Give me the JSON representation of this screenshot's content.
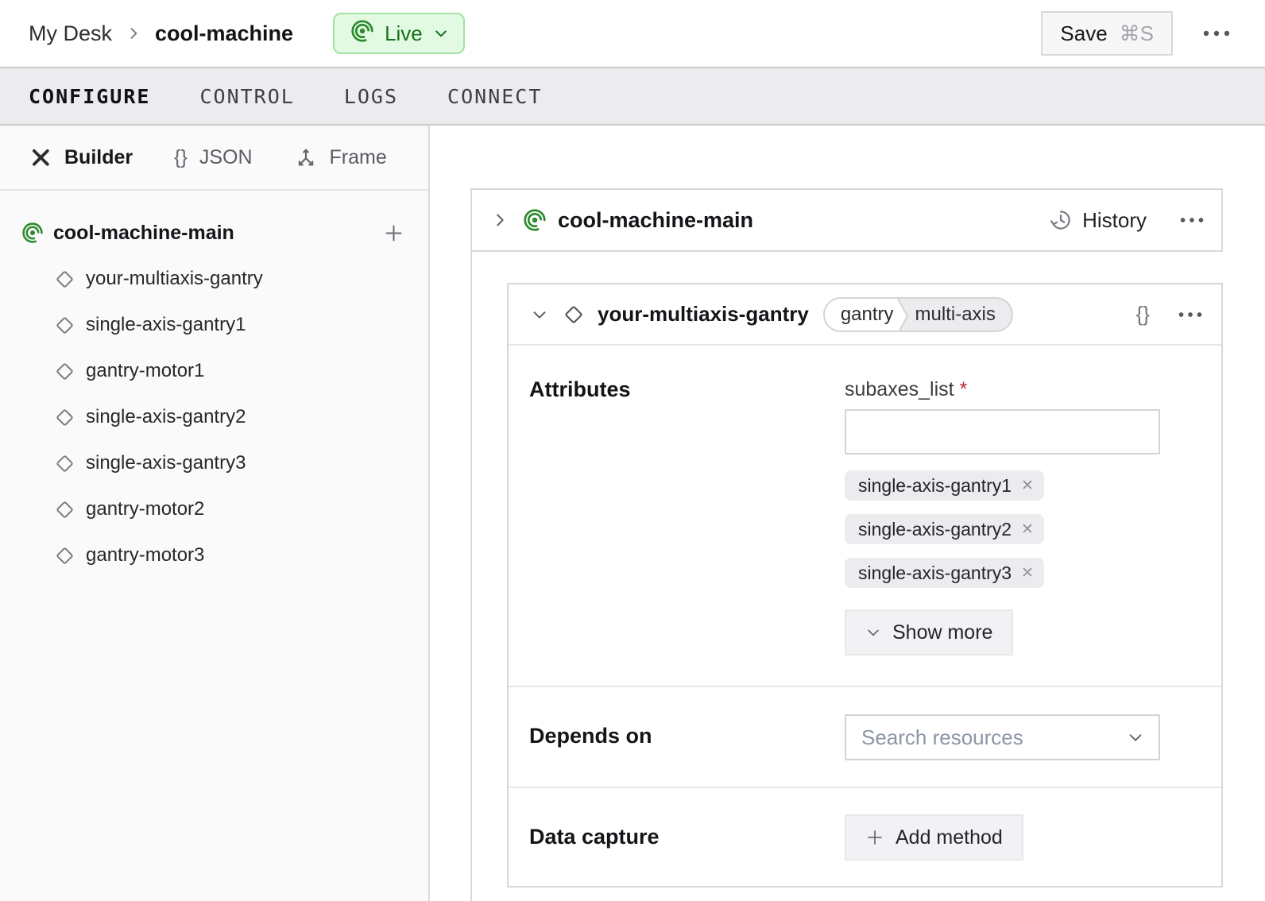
{
  "header": {
    "breadcrumb": {
      "root": "My Desk",
      "separator": "›",
      "current": "cool-machine"
    },
    "live": {
      "label": "Live"
    },
    "save": {
      "label": "Save",
      "shortcut": "⌘S"
    }
  },
  "tabs": {
    "configure": "CONFIGURE",
    "control": "CONTROL",
    "logs": "LOGS",
    "connect": "CONNECT"
  },
  "sidebar": {
    "modes": {
      "builder": "Builder",
      "json": "JSON",
      "frame": "Frame"
    },
    "tree": {
      "root": "cool-machine-main",
      "items": [
        "your-multiaxis-gantry",
        "single-axis-gantry1",
        "gantry-motor1",
        "single-axis-gantry2",
        "single-axis-gantry3",
        "gantry-motor2",
        "gantry-motor3"
      ]
    }
  },
  "main": {
    "part": {
      "title": "cool-machine-main",
      "history": "History"
    },
    "component": {
      "title": "your-multiaxis-gantry",
      "badge": {
        "type": "gantry",
        "model": "multi-axis"
      },
      "attributes": {
        "label": "Attributes",
        "field": "subaxes_list",
        "required": "*",
        "input_value": "",
        "chips": [
          "single-axis-gantry1",
          "single-axis-gantry2",
          "single-axis-gantry3"
        ],
        "remove_glyph": "✕",
        "show_more": "Show more"
      },
      "depends_on": {
        "label": "Depends on",
        "placeholder": "Search resources"
      },
      "data_capture": {
        "label": "Data capture",
        "add_method": "Add method"
      }
    }
  },
  "icons": {
    "braces": "{}"
  },
  "colors": {
    "brand_green": "#2e8b2e",
    "live_text": "#19701c",
    "live_bg": "#e2fae2",
    "live_border": "#a3e2a3",
    "required_red": "#b8292e",
    "tabbar_bg": "#ececef",
    "card_border": "#d8d8da",
    "chip_bg": "#ececee"
  }
}
